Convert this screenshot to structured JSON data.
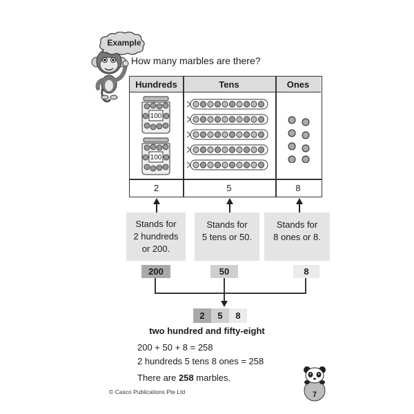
{
  "badge": {
    "label": "Example"
  },
  "question": "How many marbles are there?",
  "table": {
    "headers": [
      "Hundreds",
      "Tens",
      "Ones"
    ],
    "counts": [
      "2",
      "5",
      "8"
    ],
    "jar_label": "100"
  },
  "explanations": [
    [
      "Stands for",
      "2 hundreds",
      "or 200."
    ],
    [
      "Stands for",
      "5 tens or 50."
    ],
    [
      "Stands for",
      "8 ones or 8."
    ]
  ],
  "values": [
    "200",
    "50",
    "8"
  ],
  "combined_digits": [
    "2",
    "5",
    "8"
  ],
  "number_words": "two hundred and fifty-eight",
  "equation_1": "200 + 50 + 8 = 258",
  "equation_2": "2 hundreds 5 tens 8 ones = 258",
  "answer": {
    "prefix": "There are ",
    "number": "258",
    "suffix": " marbles."
  },
  "copyright": "© Casco Publications Pte Ltd",
  "page_number": "7"
}
